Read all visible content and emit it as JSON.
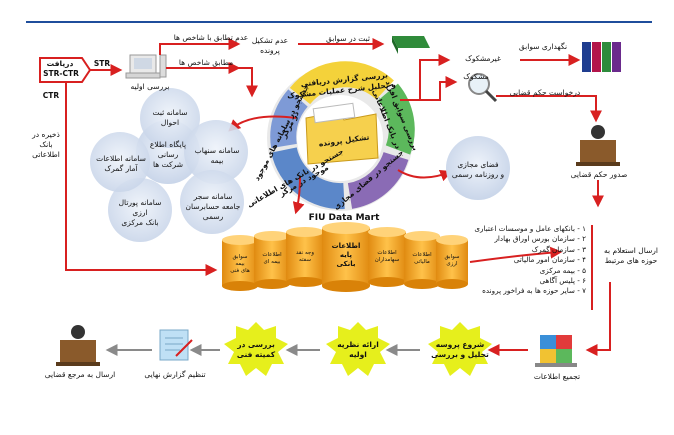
{
  "colors": {
    "accent_blue": "#1f4e9c",
    "arrow_red": "#d82020",
    "cylinder": "#f5a623",
    "bubble": "#c9d6ea",
    "cycle_yellow": "#f4d23a",
    "cycle_green": "#5cb85c",
    "cycle_blue": "#5b87c9",
    "cycle_purple": "#8a6bb5"
  },
  "left": {
    "receive": "دریافت",
    "str_ctr": "STR-CTR",
    "str": "STR",
    "ctr": "CTR",
    "store_note_1": "ذخیره در",
    "store_note_2": "بانک",
    "store_note_3": "اطلاعاتی"
  },
  "initial_review": "بررسی اولیه",
  "branch_mismatch": "عدم تطابق با شاخص ها",
  "branch_match": "مطابق شاخص ها",
  "no_file_1": "عدم تشکیل",
  "no_file_2": "پرونده",
  "record_history": "ثبت در سوابق",
  "keep_history": "نگهداری سوابق",
  "not_suspicious": "غیرمشکوک",
  "suspicious": "مشکوک",
  "judicial_request": "درخواست حکم قضایی",
  "judicial_verdict": "صدور حکم قضایی",
  "cycle": {
    "step1_a": "بررسی گزارش دریافتی",
    "step1_b": "و تحلیل شرح عملیات مشکوک",
    "step2_a": "بررسی سوابق افراد",
    "step2_b": "در بانک اطلاعاتی",
    "step3": "جستجو در فضای مجازی",
    "step4_a": "جستجو در بانک های اطلاعاتی",
    "step4_b": "موجود در مرکز",
    "step5_a": "جستجو در سامانه های موجود",
    "step5_b": "در مرکز",
    "center": "تشکیل پرونده"
  },
  "virtual_space_1": "فضای مجازی",
  "virtual_space_2": "و روزنامه رسمی",
  "bubbles": {
    "center_1": "پایگاه اطلاع",
    "center_2": "رسانی",
    "center_3": "شرکت ها",
    "top_1": "سامانه ثبت",
    "top_2": "احوال",
    "right_1": "سامانه سنهاب",
    "right_2": "بیمه",
    "bottom_right_1": "سامانه سجر",
    "bottom_right_2": "جامعه حسابرسان",
    "bottom_right_3": "رسمی",
    "bottom_1": "سامانه پورتال",
    "bottom_2": "ارزی",
    "bottom_3": "بانک مرکزی",
    "left_1": "سامانه اطلاعات",
    "left_2": "آمار گمرک"
  },
  "data_mart_title": "FIU Data Mart",
  "cylinders": {
    "c1": "سوابق\nبیمه\nهای فنی",
    "c2": "اطلاعات\nبیمه ای",
    "c3": "وجه نقد\nسفته",
    "c4": "اطلاعات\nپایه\nبانکی",
    "c5": "اطلاعات\nسهامداران",
    "c6": "اطلاعات\nمالیاتی",
    "c7": "سوابق\nارزی"
  },
  "send_inquiry_1": "ارسال استعلام به",
  "send_inquiry_2": "حوزه های مرتبط",
  "agencies": [
    "۱ - بانکهای عامل و موسسات اعتباری",
    "۲ - سازمان بورس اوراق بهادار",
    "۳ - سازمان گمرک",
    "۴ - سازمان امور مالیاتی",
    "۵ - بیمه مرکزی",
    "۶ - پلیس آگاهی",
    "۷ - سایر حوزه ها به فراخور پرونده"
  ],
  "collect_info": "تجمیع اطلاعات",
  "start_analysis_1": "شروع پروسه",
  "start_analysis_2": "تحلیل و بررسی",
  "present_theory_1": "ارائه نظریه",
  "present_theory_2": "اولیه",
  "tech_committee_1": "بررسی در",
  "tech_committee_2": "کمیته فنی",
  "final_report": "تنظیم گزارش نهایی",
  "send_judicial": "ارسال به مرجع قضایی"
}
